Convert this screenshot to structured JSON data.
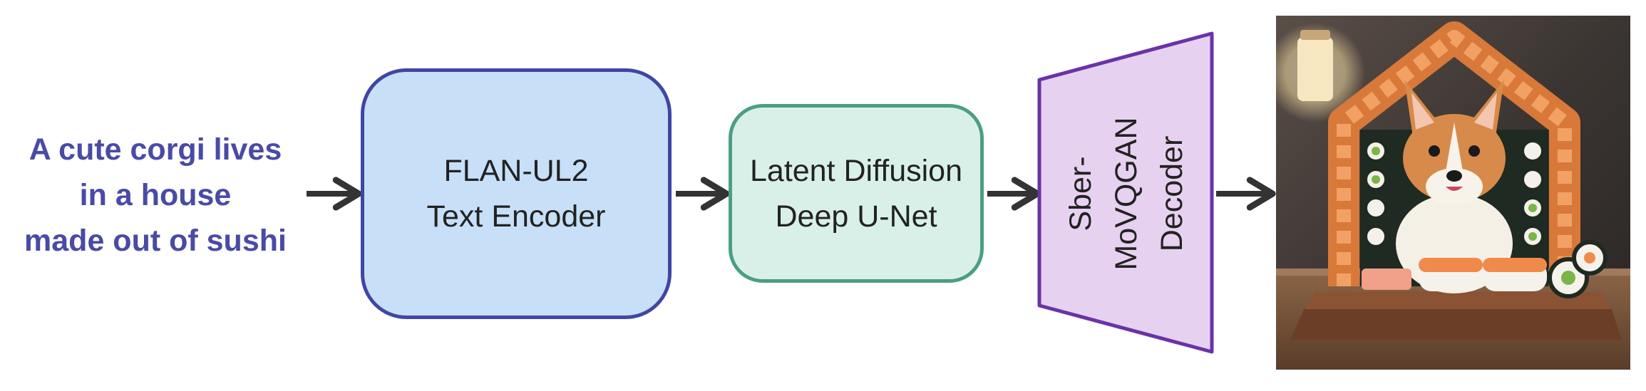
{
  "prompt": {
    "lines": [
      "A cute corgi lives",
      "in a house",
      "made out of sushi"
    ]
  },
  "text_encoder": {
    "lines": [
      "FLAN-UL2",
      "Text Encoder"
    ]
  },
  "unet": {
    "lines": [
      "Latent Diffusion",
      "Deep U-Net"
    ]
  },
  "decoder": {
    "lines": [
      "Sber-",
      "MoVQGAN",
      "Decoder"
    ]
  },
  "colors": {
    "prompt_text": "#4a4aa6",
    "encoder_fill": "#c7e0f7",
    "encoder_stroke": "#4046a3",
    "unet_fill": "#d9f0e8",
    "unet_stroke": "#4a9e86",
    "decoder_fill": "#e6d2f0",
    "decoder_stroke": "#6a33a8",
    "arrow": "#333333"
  },
  "output_image": {
    "subject": "corgi-in-sushi-house"
  }
}
